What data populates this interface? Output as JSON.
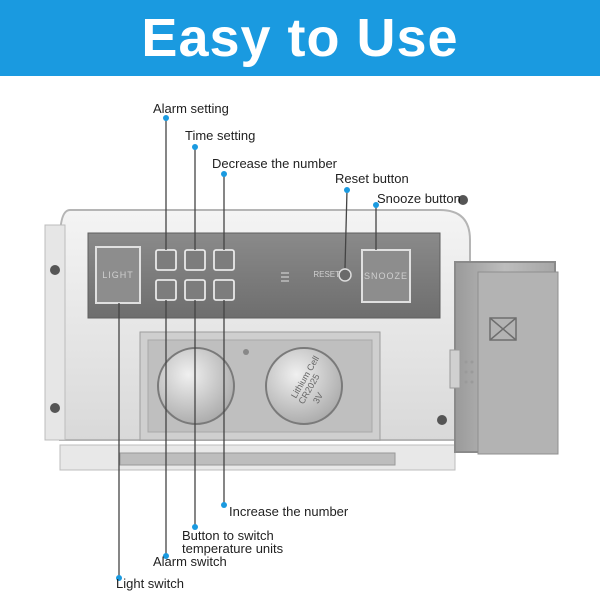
{
  "banner": {
    "title": "Easy to Use",
    "color": "#1a9ae0"
  },
  "device": {
    "button_light": "LIGHT",
    "button_snooze": "SNOOZE",
    "reset_mark": "RESET",
    "battery_text_1": "Lithium Cell",
    "battery_text_2": "CR2025",
    "battery_text_3": "3V"
  },
  "callouts": {
    "alarm_setting": "Alarm setting",
    "time_setting": "Time setting",
    "decrease_number": "Decrease the number",
    "reset_button": "Reset button",
    "snooze_button": "Snooze button",
    "increase_number": "Increase the number",
    "switch_temperature_line1": "Button to switch",
    "switch_temperature_line2": "temperature units",
    "alarm_switch": "Alarm switch",
    "light_switch": "Light switch"
  }
}
